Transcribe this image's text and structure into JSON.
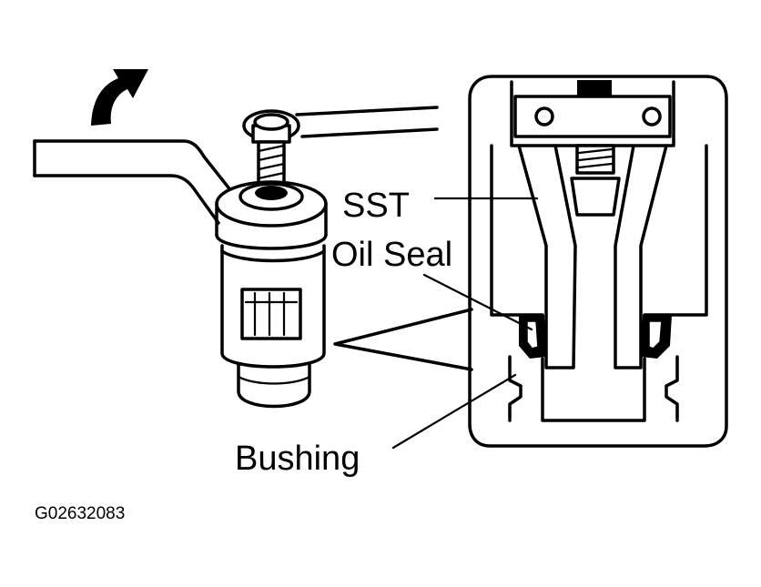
{
  "labels": {
    "sst": "SST",
    "oil_seal": "Oil Seal",
    "bushing": "Bushing"
  },
  "figure_code": "G02632083"
}
